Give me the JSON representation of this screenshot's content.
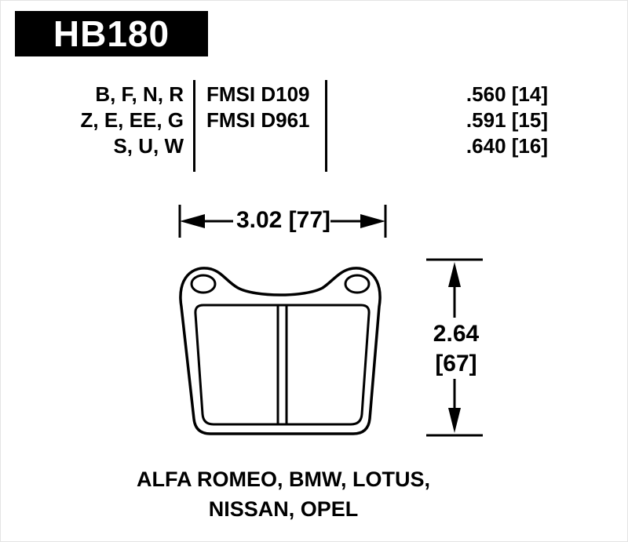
{
  "header": {
    "part_number": "HB180"
  },
  "spec_table": {
    "compound_codes": [
      "B, F, N, R",
      "Z, E, EE, G",
      "S, U, W"
    ],
    "fmsi_numbers": [
      "FMSI D109",
      "FMSI D961"
    ],
    "pad_thicknesses": [
      ".560 [14]",
      ".591 [15]",
      ".640 [16]"
    ]
  },
  "dimensions": {
    "width": "3.02 [77]",
    "height_inches": "2.64",
    "height_mm": "[67]"
  },
  "applications": {
    "line1": "ALFA ROMEO, BMW, LOTUS,",
    "line2": "NISSAN, OPEL"
  },
  "colors": {
    "ink": "#000000",
    "paper": "#ffffff",
    "part_box_bg": "#000000",
    "part_box_text": "#ffffff"
  }
}
